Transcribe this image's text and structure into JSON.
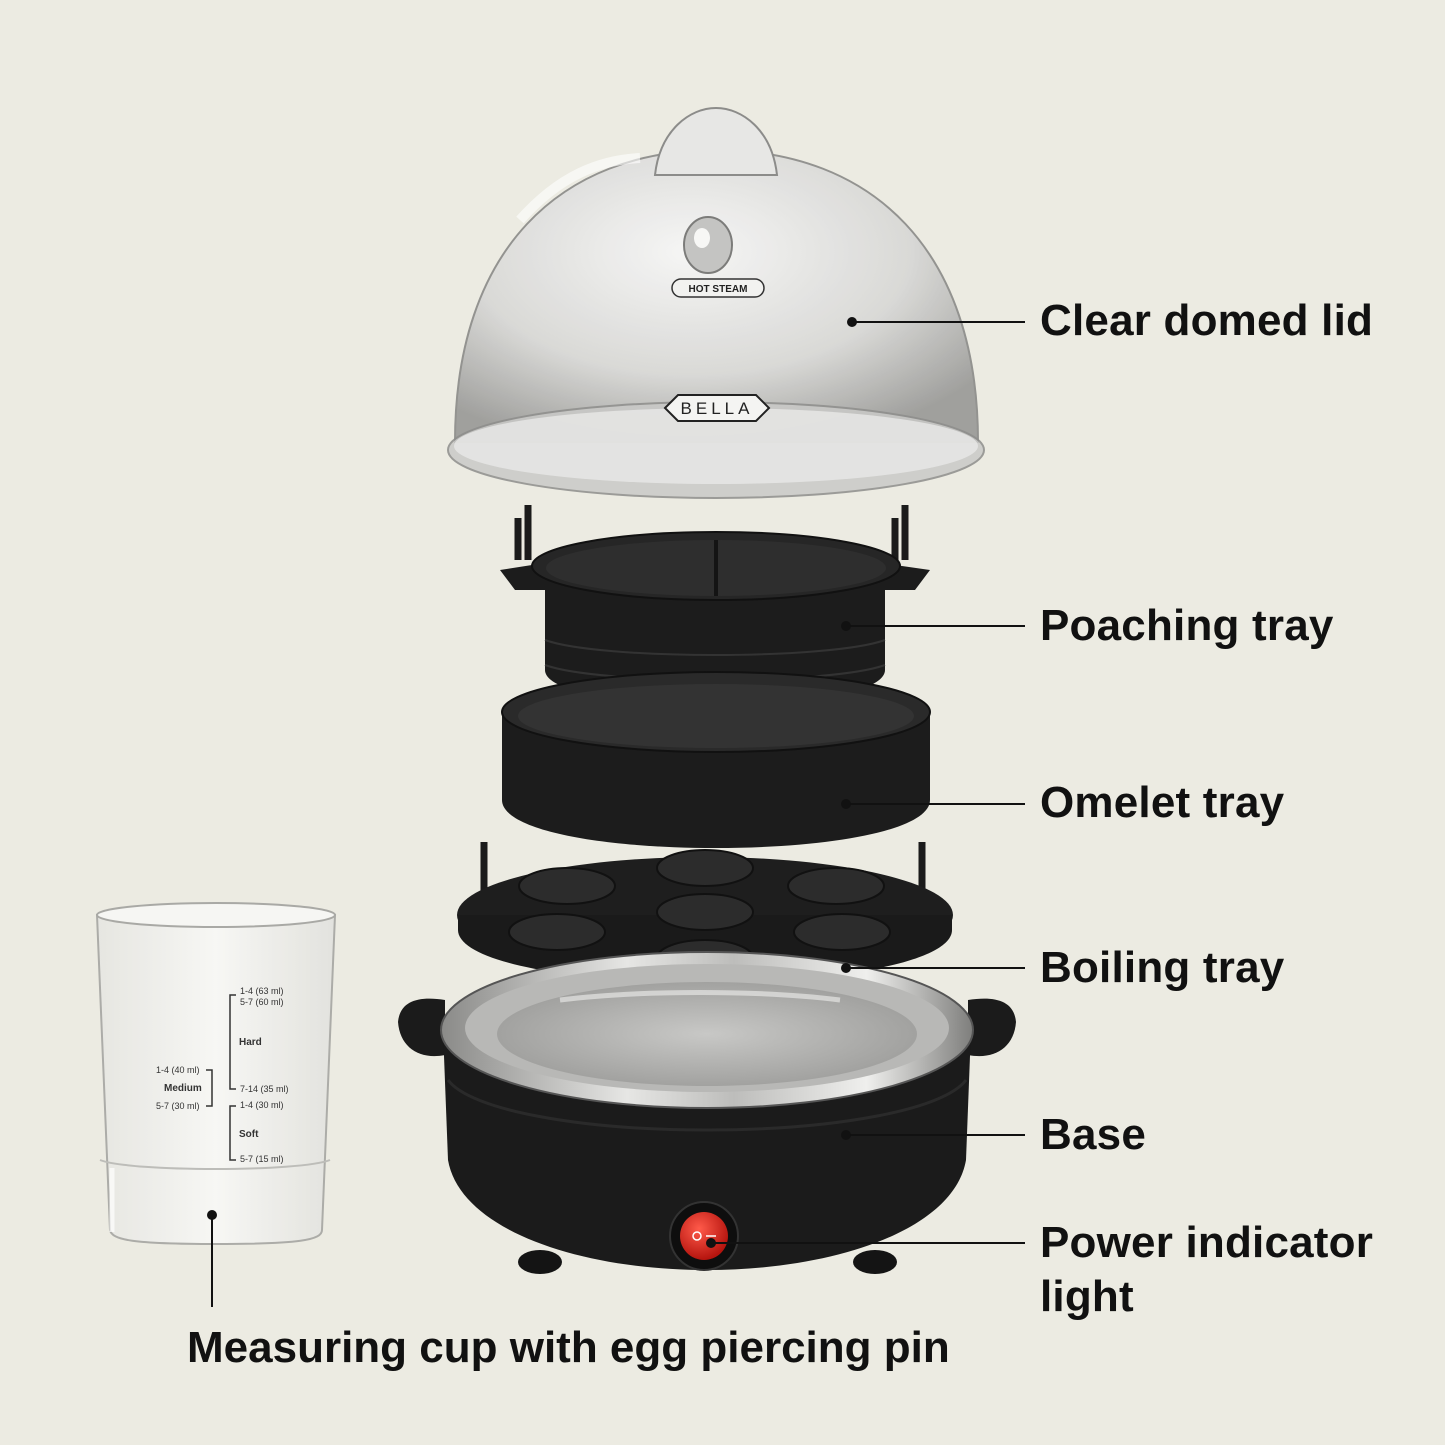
{
  "callouts": {
    "lid": "Clear domed lid",
    "poaching": "Poaching tray",
    "omelet": "Omelet tray",
    "boiling": "Boiling tray",
    "base": "Base",
    "power_line1": "Power indicator",
    "power_line2": "light",
    "measuring_cup": "Measuring cup with egg piercing pin"
  },
  "lid": {
    "brand": "BELLA",
    "warning": "HOT STEAM"
  },
  "cup_markings": {
    "hard_label": "Hard",
    "hard_top_1": "1-4  (63 ml)",
    "hard_top_2": "5-7  (60 ml)",
    "hard_bottom": "7-14 (35 ml)",
    "medium_label": "Medium",
    "medium_top": "1-4  (40 ml)",
    "medium_bottom": "5-7  (30 ml)",
    "soft_label": "Soft",
    "soft_top": "1-4  (30 ml)",
    "soft_bottom": "5-7  (15 ml)"
  },
  "colors": {
    "background": "#ecebe2",
    "product_black": "#1b1b1b",
    "switch_red": "#d9251d",
    "text": "#111111"
  }
}
